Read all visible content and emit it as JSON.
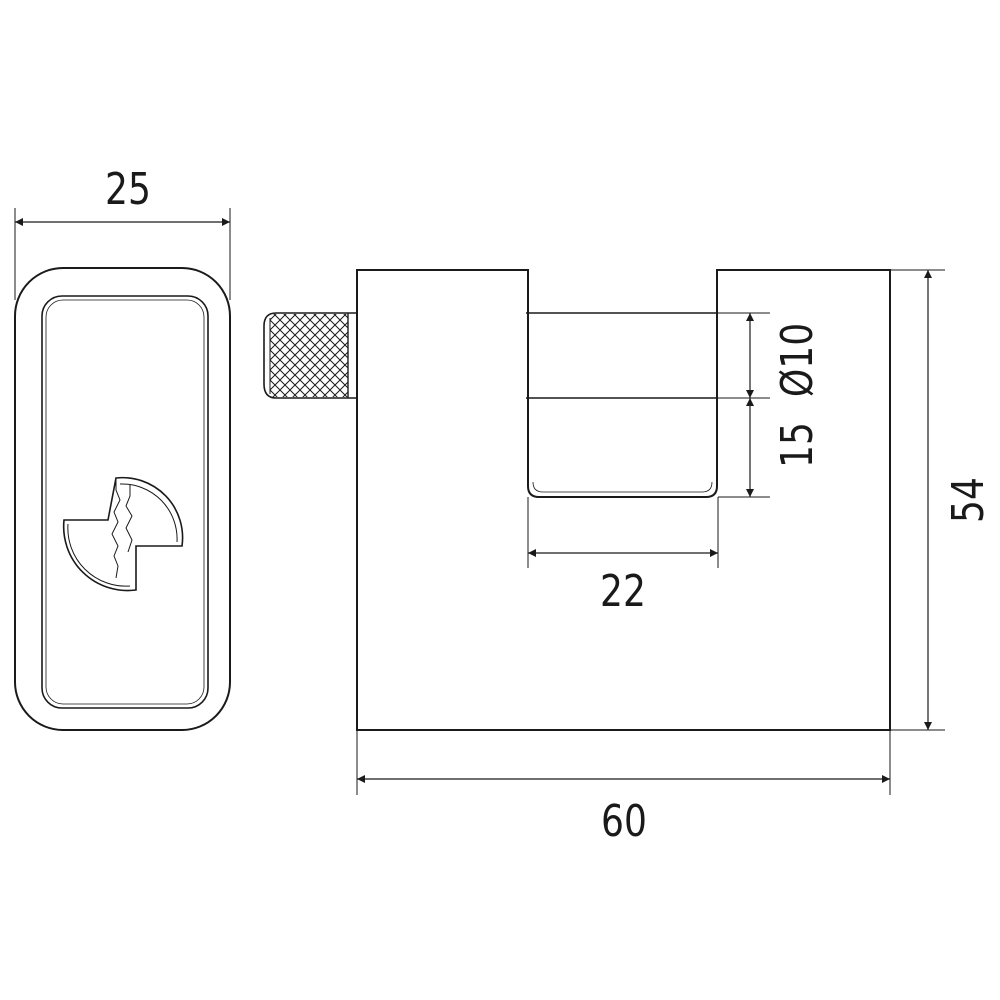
{
  "dimensions": {
    "side_width": "25",
    "body_width": "60",
    "body_height": "54",
    "shackle_opening": "22",
    "shackle_clearance": "15",
    "shackle_diameter": "Ø10"
  },
  "colors": {
    "line": "#1a1a1a",
    "background": "#ffffff"
  }
}
